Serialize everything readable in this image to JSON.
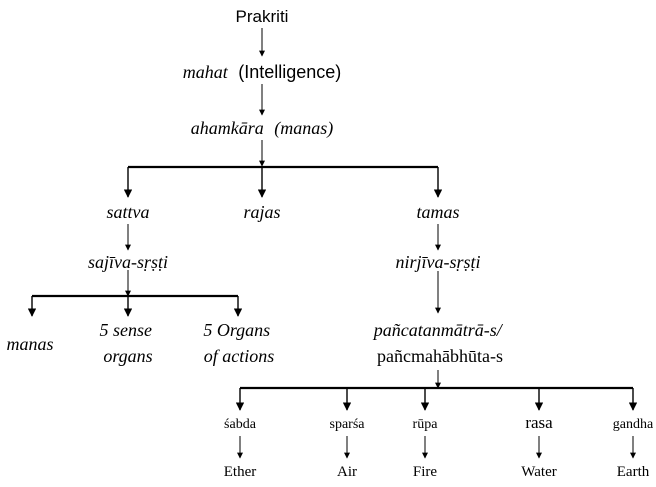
{
  "diagram": {
    "root": "Prakriti",
    "mahat": {
      "term": "mahat",
      "gloss": "(Intelligence)"
    },
    "ahamkara": {
      "term": "ahamkāra",
      "gloss": "(manas)"
    },
    "gunas": {
      "sattva": "sattva",
      "rajas": "rajas",
      "tamas": "tamas"
    },
    "sajiva": "sajīva-sṛṣṭi",
    "nirjiva": "nirjīva-sṛṣṭi",
    "sajiva_children": {
      "manas": "manas",
      "sense_organs": [
        "5 sense",
        "organs"
      ],
      "action_organs": [
        "5 Organs",
        "of actions"
      ]
    },
    "tanmatra": {
      "line1": "pañcatanmātrā-s/",
      "line2": "pañcmahābhūta-s"
    },
    "elements": [
      {
        "quality": "śabda",
        "element": "Ether"
      },
      {
        "quality": "sparśa",
        "element": "Air"
      },
      {
        "quality": "rūpa",
        "element": "Fire"
      },
      {
        "quality": "rasa",
        "element": "Water"
      },
      {
        "quality": "gandha",
        "element": "Earth"
      }
    ]
  }
}
